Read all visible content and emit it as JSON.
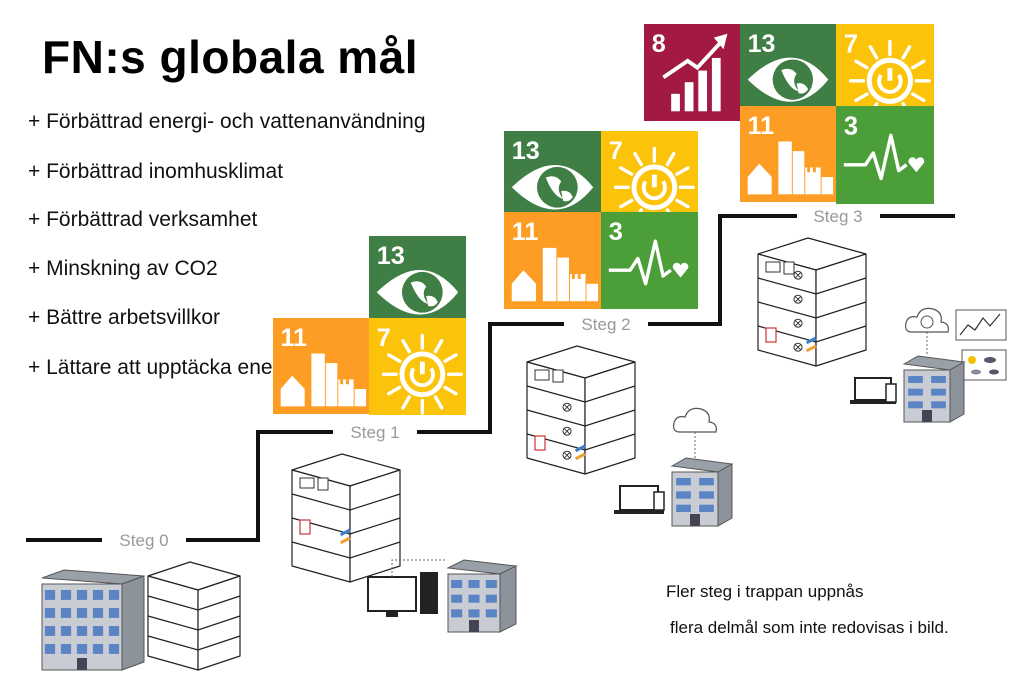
{
  "title": "FN:s globala mål",
  "benefits": [
    "+ Förbättrad energi- och vattenanvändning",
    "+ Förbättrad inomhusklimat",
    "+ Förbättrad verksamhet",
    "+ Minskning av CO2",
    "+ Bättre arbetsvillkor",
    "+ Lättare att upptäcka energitjuvar"
  ],
  "steps": [
    "Steg 0",
    "Steg 1",
    "Steg 2",
    "Steg 3"
  ],
  "note": [
    "Fler steg i trappan uppnås",
    "flera delmål som inte redovisas i bild."
  ],
  "goals": {
    "g8": {
      "number": "8",
      "color": "#A21942"
    },
    "g13": {
      "number": "13",
      "color": "#3F7E44"
    },
    "g7": {
      "number": "7",
      "color": "#FCC30B"
    },
    "g11": {
      "number": "11",
      "color": "#FD9D24"
    },
    "g3": {
      "number": "3",
      "color": "#4C9F38"
    }
  },
  "colors": {
    "stair": "#111111",
    "step_label": "#999999",
    "building": "#5b84c4",
    "line_blue": "#3a7fd0",
    "line_orange": "#f0a030"
  }
}
